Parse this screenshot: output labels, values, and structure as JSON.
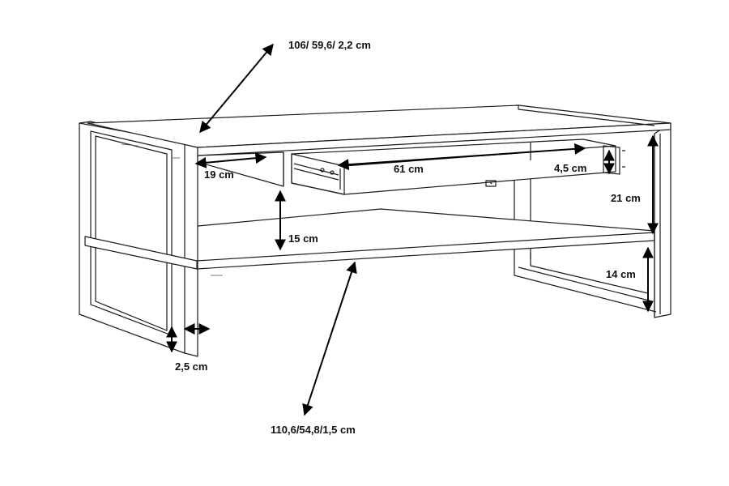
{
  "labels": {
    "tabletop": "106/ 59,6/ 2,2 cm",
    "drawer_depth": "19 cm",
    "drawer_width": "61 cm",
    "drawer_height": "4,5 cm",
    "clearance": "15 cm",
    "total_height": "21 cm",
    "frame_height": "14 cm",
    "frame_profile": "2,5 cm",
    "shelf": "110,6/54,8/1,5 cm"
  },
  "colors": {
    "line": "#1a1a1a",
    "arrow": "#000000",
    "background": "#ffffff"
  }
}
